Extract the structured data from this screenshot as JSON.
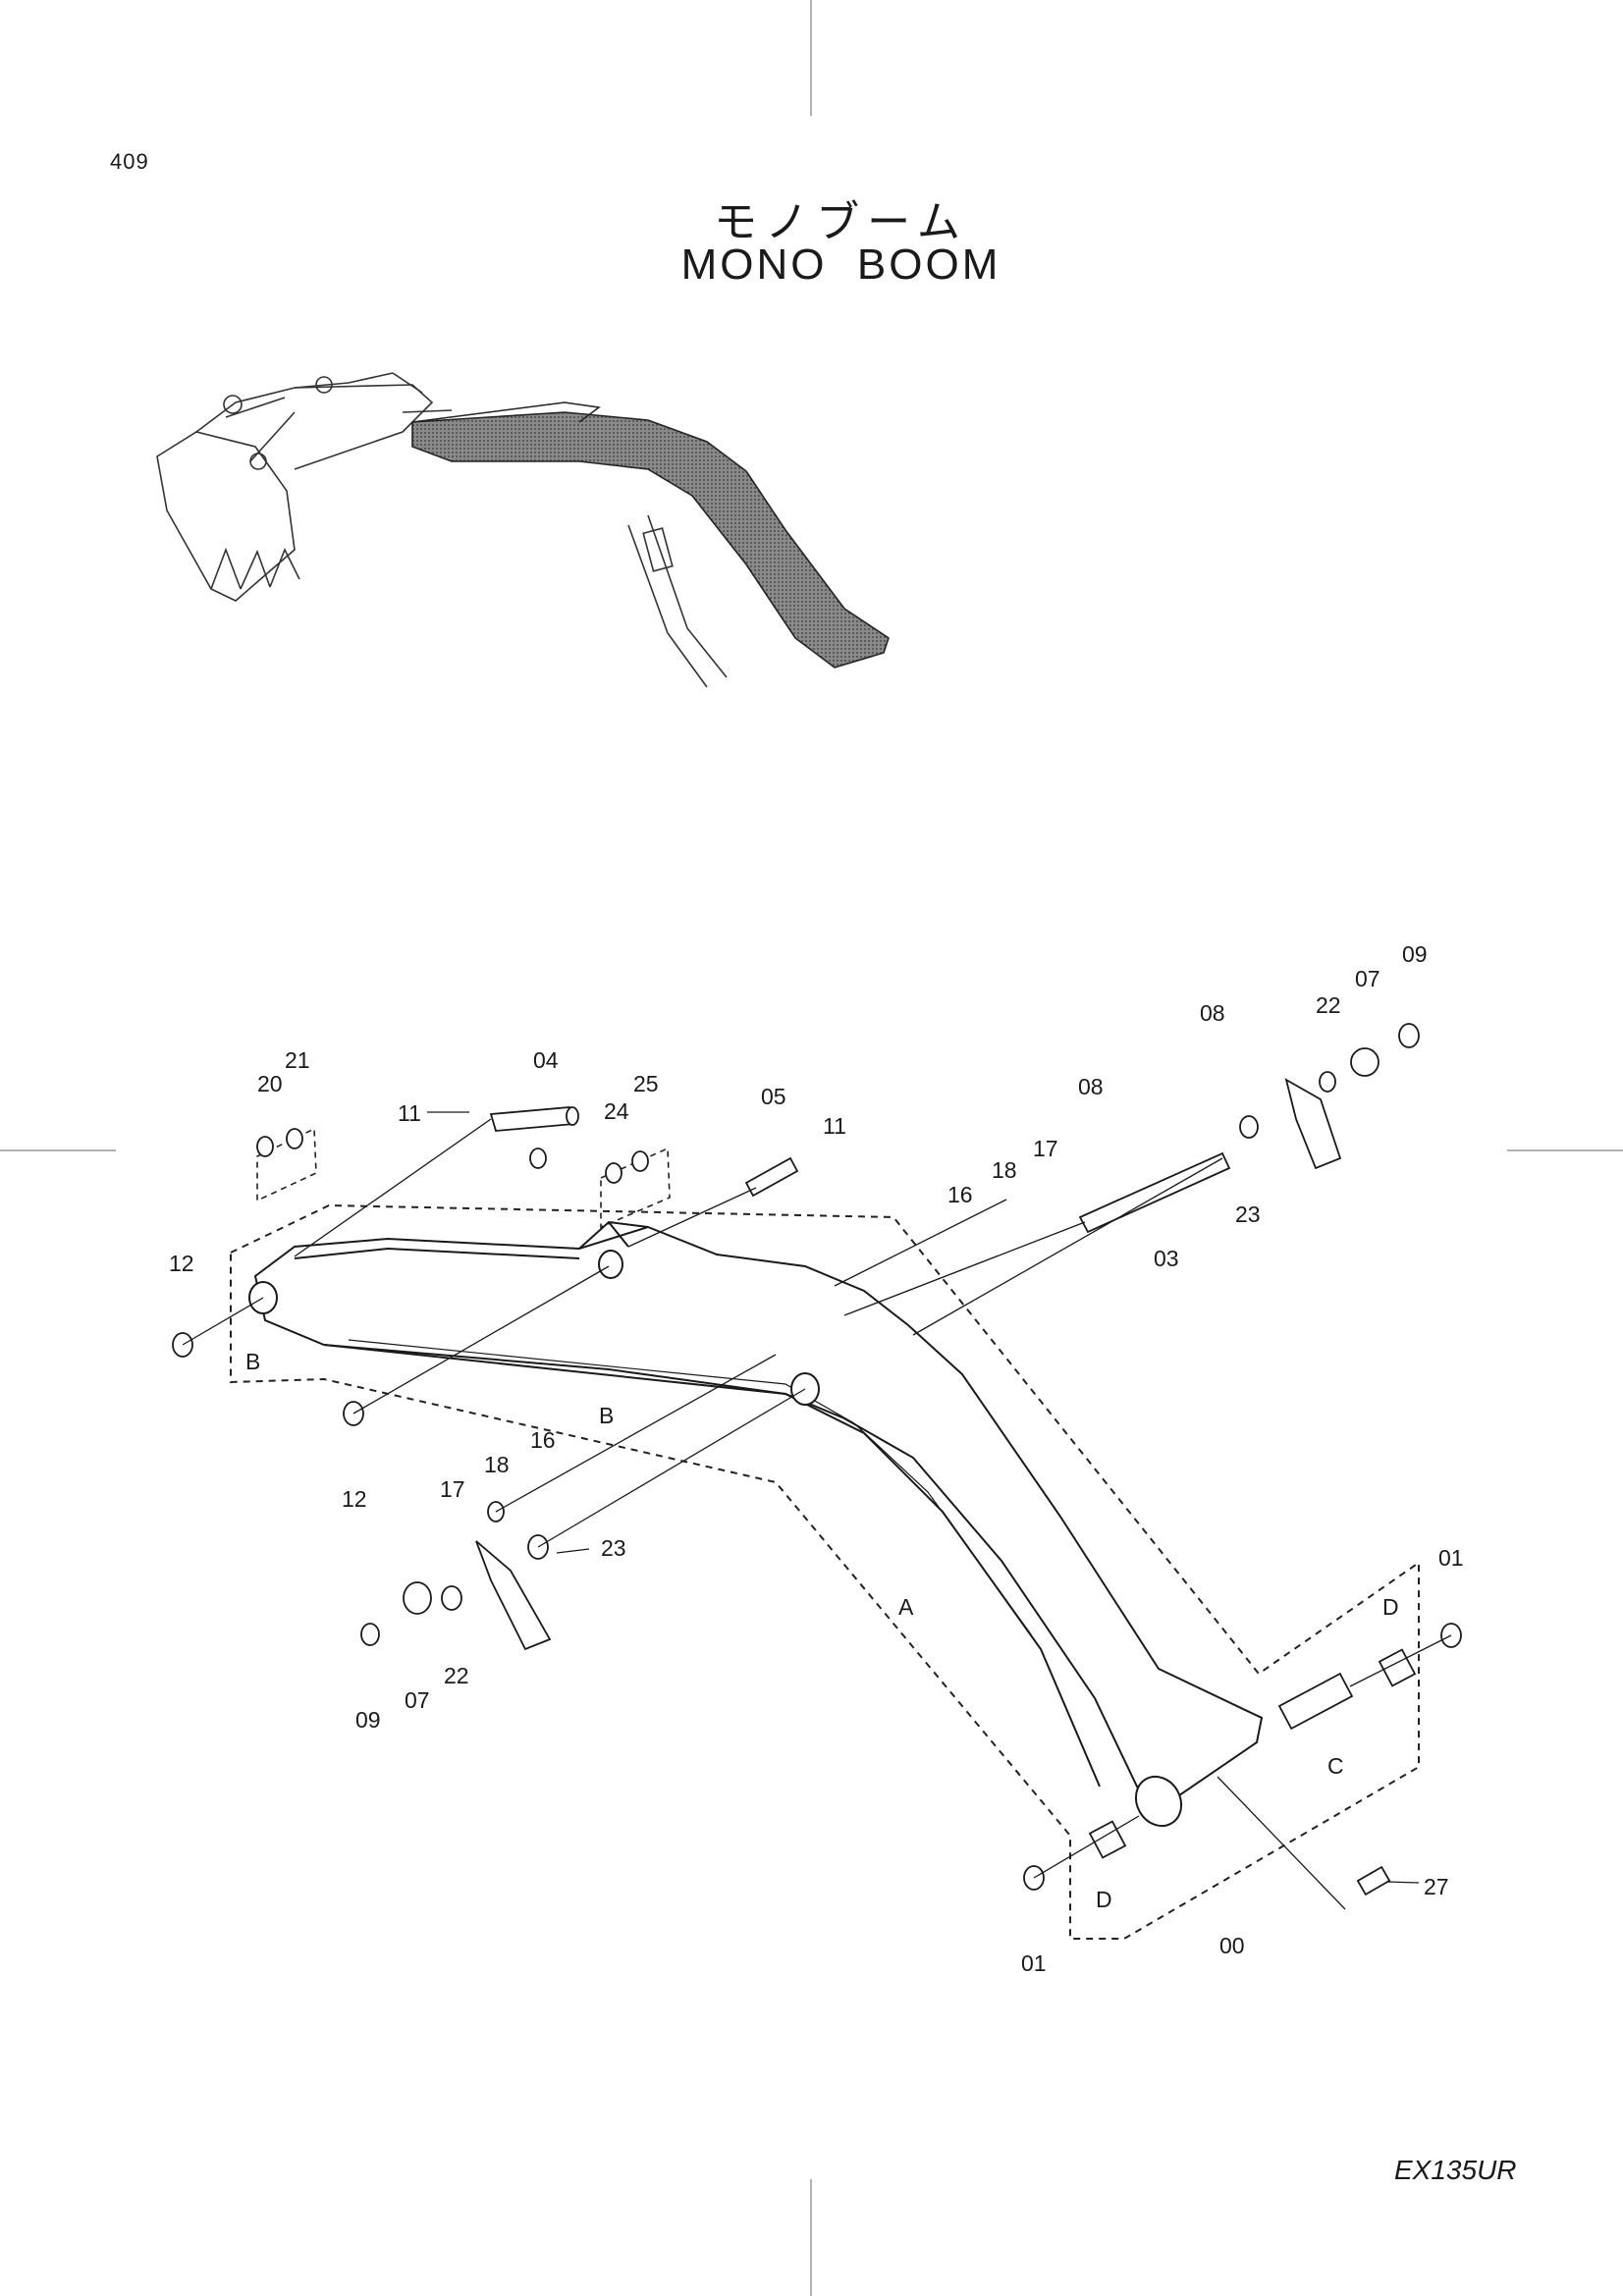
{
  "page": {
    "number": "409",
    "model": "EX135UR"
  },
  "title": {
    "jp": "モノブーム",
    "en": "MONO  BOOM"
  },
  "parts": [
    {
      "id": "p21",
      "label": "21"
    },
    {
      "id": "p20",
      "label": "20"
    },
    {
      "id": "p11a",
      "label": "11"
    },
    {
      "id": "p04",
      "label": "04"
    },
    {
      "id": "p24",
      "label": "24"
    },
    {
      "id": "p25",
      "label": "25"
    },
    {
      "id": "p05",
      "label": "05"
    },
    {
      "id": "p11b",
      "label": "11"
    },
    {
      "id": "p12a",
      "label": "12"
    },
    {
      "id": "p16a",
      "label": "16"
    },
    {
      "id": "p18a",
      "label": "18"
    },
    {
      "id": "p17a",
      "label": "17"
    },
    {
      "id": "p08a",
      "label": "08"
    },
    {
      "id": "p08b",
      "label": "08"
    },
    {
      "id": "p03",
      "label": "03"
    },
    {
      "id": "p23a",
      "label": "23"
    },
    {
      "id": "p22a",
      "label": "22"
    },
    {
      "id": "p07a",
      "label": "07"
    },
    {
      "id": "p09a",
      "label": "09"
    },
    {
      "id": "pB1",
      "label": "B"
    },
    {
      "id": "pB2",
      "label": "B"
    },
    {
      "id": "p12b",
      "label": "12"
    },
    {
      "id": "p16b",
      "label": "16"
    },
    {
      "id": "p18b",
      "label": "18"
    },
    {
      "id": "p17b",
      "label": "17"
    },
    {
      "id": "p23b",
      "label": "23"
    },
    {
      "id": "pA",
      "label": "A"
    },
    {
      "id": "p09b",
      "label": "09"
    },
    {
      "id": "p07b",
      "label": "07"
    },
    {
      "id": "p22b",
      "label": "22"
    },
    {
      "id": "p01a",
      "label": "01"
    },
    {
      "id": "pD1",
      "label": "D"
    },
    {
      "id": "pC",
      "label": "C"
    },
    {
      "id": "p01b",
      "label": "01"
    },
    {
      "id": "pD2",
      "label": "D"
    },
    {
      "id": "p00",
      "label": "00"
    },
    {
      "id": "p27",
      "label": "27"
    }
  ]
}
